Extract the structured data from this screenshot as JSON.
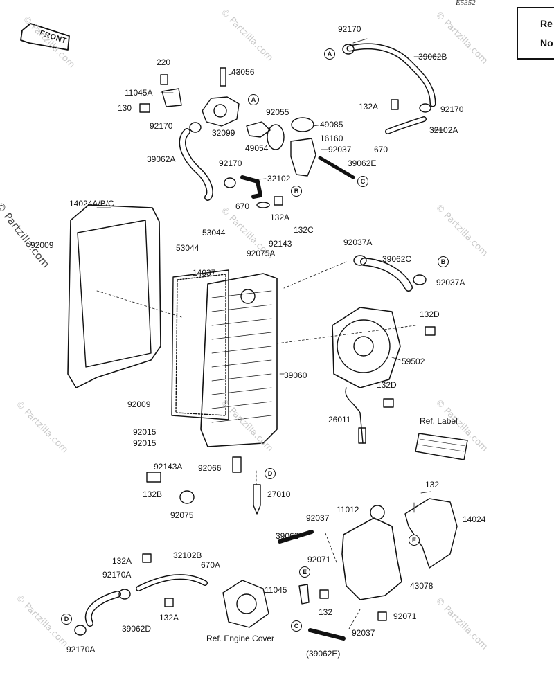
{
  "header": {
    "code": "E5352",
    "ref_line1": "Re",
    "ref_line2": "No"
  },
  "front_label": "FRONT",
  "watermark": {
    "text": "© Partzilla.com",
    "side_text": "© Partzilla.com"
  },
  "parts": {
    "p92170_top": "92170",
    "p39062B": "39062B",
    "p220": "220",
    "p43056": "43056",
    "p11045A_top": "11045A",
    "p130": "130",
    "p92170_left": "92170",
    "p32099": "32099",
    "p92055": "92055",
    "p49085": "49085",
    "p49054": "49054",
    "p16160": "16160",
    "p92037_top": "92037",
    "p39062E": "39062E",
    "p39062A": "39062A",
    "p92170_mid": "92170",
    "p32102": "32102",
    "p670_left": "670",
    "p132A_mid": "132A",
    "p132A_tr": "132A",
    "p92170_tr": "92170",
    "p32102A": "32102A",
    "p670_right": "670",
    "p14024ABC": "14024A/B/C",
    "p92009_top": "92009",
    "p53044_a": "53044",
    "p53044_b": "53044",
    "p14037": "14037",
    "p132C": "132C",
    "p92143": "92143",
    "p92075A": "92075A",
    "p92037A_a": "92037A",
    "p39062C": "39062C",
    "p92037A_b": "92037A",
    "p132D_a": "132D",
    "p59502": "59502",
    "p39060": "39060",
    "p132D_b": "132D",
    "p26011": "26011",
    "p92009_bot": "92009",
    "ref_label": "Ref. Label",
    "p92015_a": "92015",
    "p92015_b": "92015",
    "p92066": "92066",
    "p92143A": "92143A",
    "p132B": "132B",
    "p27010": "27010",
    "p92075": "92075",
    "p132_right": "132",
    "p14024": "14024",
    "p11012": "11012",
    "p92037_mid": "92037",
    "p39062": "39062",
    "p92071_a": "92071",
    "p43078": "43078",
    "p132A_bl": "132A",
    "p32102B": "32102B",
    "p670A": "670A",
    "p92170A_a": "92170A",
    "p11045": "11045",
    "p132_bot": "132",
    "p132A_bot": "132A",
    "p39062D": "39062D",
    "p92071_b": "92071",
    "p92037_bot": "92037",
    "ref_engine_cover": "Ref. Engine Cover",
    "p39062E_paren": "(39062E)",
    "p92170A_b": "92170A"
  },
  "callouts": {
    "A": "A",
    "B": "B",
    "C": "C",
    "D": "D",
    "E": "E"
  }
}
